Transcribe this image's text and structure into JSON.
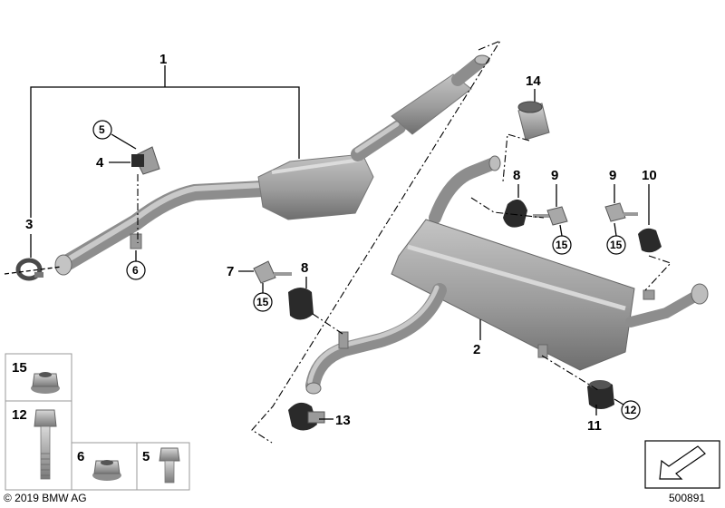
{
  "diagram": {
    "callouts": {
      "exhaust_front_section": "1",
      "rear_silencer": "2",
      "clamp": "3",
      "bracket_4": "4",
      "nut_5_ref": "5",
      "nut_6_ref": "6",
      "bracket_7": "7",
      "rubber_mount_left": "8",
      "rubber_mount_right": "8",
      "stud_9_left": "9",
      "stud_9_right": "9",
      "rubber_mount_10": "10",
      "bush_11": "11",
      "ref_12": "12",
      "mount_13": "13",
      "tailpipe_trim_14": "14",
      "ref_15_bracket7": "15",
      "ref_15_left": "15",
      "ref_15_right": "15"
    },
    "legend": {
      "cell_15": "15",
      "cell_12": "12",
      "cell_6": "6",
      "cell_5": "5"
    },
    "copyright": "© 2019 BMW AG",
    "diagram_number": "500891"
  },
  "colors": {
    "part_grey": "#8d8d8d",
    "highlight": "#d6d6d6",
    "rubber": "#2a2a2a"
  }
}
